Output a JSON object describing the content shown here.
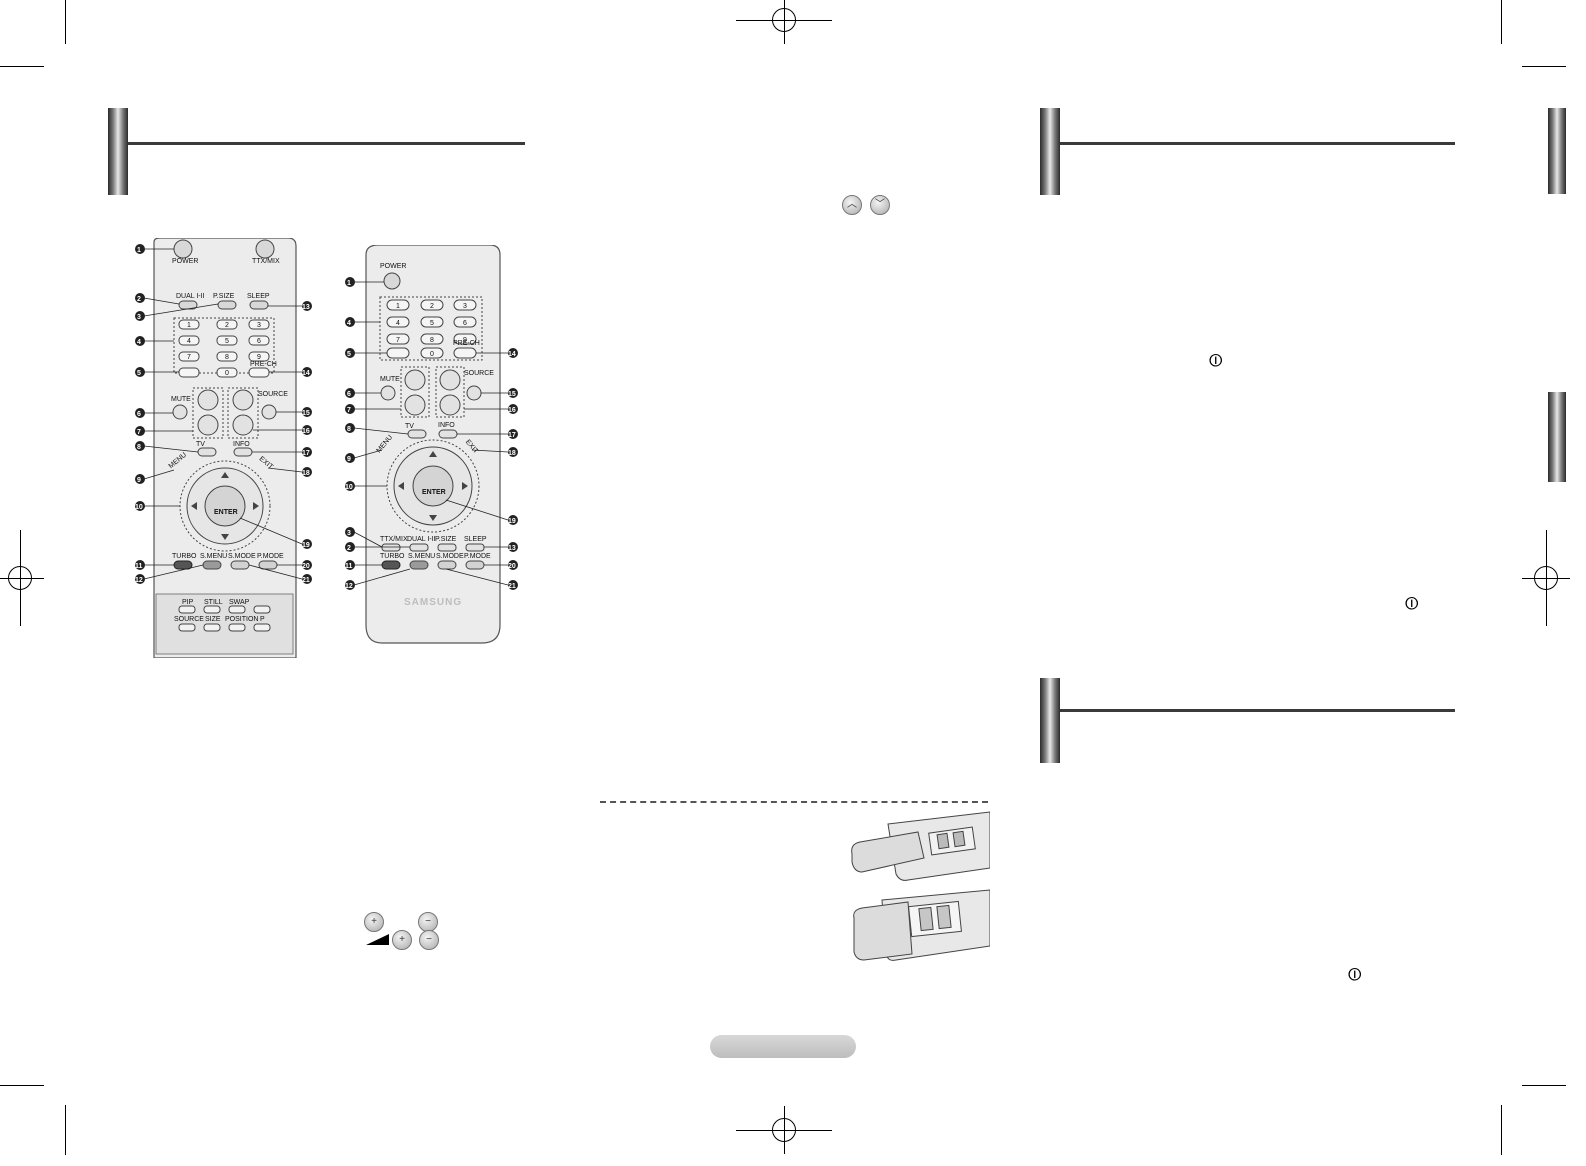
{
  "remote_left": {
    "labels": {
      "power": "POWER",
      "ttx": "TTX/MIX",
      "dual": "DUAL I-II",
      "psize": "P.SIZE",
      "sleep": "SLEEP",
      "pre_ch": "PRE-CH",
      "mute": "MUTE",
      "source": "SOURCE",
      "tv": "TV",
      "info": "INFO",
      "menu": "MENU",
      "exit": "EXIT",
      "enter": "ENTER",
      "turbo": "TURBO",
      "s_menu": "S.MENU",
      "s_mode": "S.MODE",
      "p_mode": "P.MODE",
      "pip": "PIP",
      "still": "STILL",
      "swap": "SWAP",
      "source2": "SOURCE",
      "size": "SIZE",
      "position": "POSITION",
      "p": "P"
    },
    "digits": [
      "1",
      "2",
      "3",
      "4",
      "5",
      "6",
      "7",
      "8",
      "9",
      "0"
    ],
    "callouts": [
      "1",
      "2",
      "3",
      "4",
      "5",
      "6",
      "7",
      "8",
      "9",
      "10",
      "11",
      "12",
      "13",
      "14",
      "15",
      "16",
      "17",
      "18",
      "19",
      "20",
      "21"
    ]
  },
  "remote_right": {
    "labels": {
      "power": "POWER",
      "pre_ch": "PRE-CH",
      "mute": "MUTE",
      "source": "SOURCE",
      "tv": "TV",
      "info": "INFO",
      "menu": "MENU",
      "exit": "EXIT",
      "enter": "ENTER",
      "ttx": "TTX/MIX",
      "dual": "DUAL I-II",
      "psize": "P.SIZE",
      "sleep": "SLEEP",
      "turbo": "TURBO",
      "s_menu": "S.MENU",
      "s_mode": "S.MODE",
      "p_mode": "P.MODE",
      "brand": "SAMSUNG"
    },
    "digits": [
      "1",
      "2",
      "3",
      "4",
      "5",
      "6",
      "7",
      "8",
      "9",
      "0"
    ],
    "callouts": [
      "1",
      "4",
      "5",
      "14",
      "6",
      "15",
      "7",
      "16",
      "8",
      "17",
      "9",
      "18",
      "10",
      "19",
      "3",
      "2",
      "13",
      "11",
      "20",
      "12",
      "21"
    ]
  },
  "icons": {
    "channel_up": "chevron-up-icon",
    "channel_down": "chevron-down-icon",
    "volume_plus": "plus-icon",
    "volume_minus": "minus-icon",
    "power_symbol": "power-icon"
  },
  "glyphs": {
    "plus": "+",
    "minus": "−",
    "up": "︿",
    "down": "﹀",
    "power": "⏼"
  },
  "colors": {
    "heading_bar": "#3a3a3a",
    "remote_body": "#ececec",
    "page_number_pill": "#c8c8c8"
  }
}
